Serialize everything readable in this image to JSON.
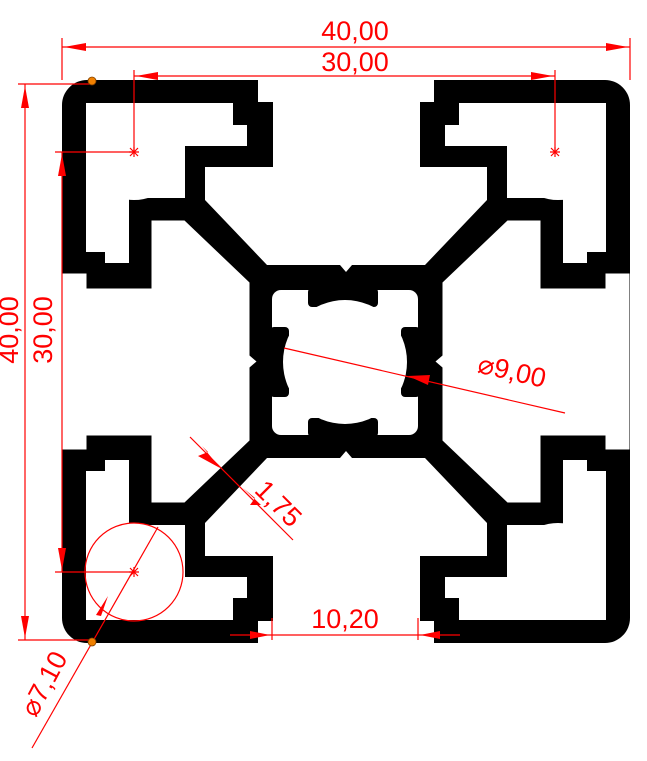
{
  "drawing": {
    "profile_color": "#000000",
    "dimension_color": "#ff0000",
    "marker_color": "#f08000",
    "dimensions": {
      "overall_width": "40,00",
      "slot_pitch_horizontal": "30,00",
      "overall_height": "40,00",
      "slot_pitch_vertical": "30,00",
      "center_bore": "⌀9,00",
      "wall_thickness": "1,75",
      "slot_width": "10,20",
      "corner_bore": "⌀7,10"
    }
  }
}
